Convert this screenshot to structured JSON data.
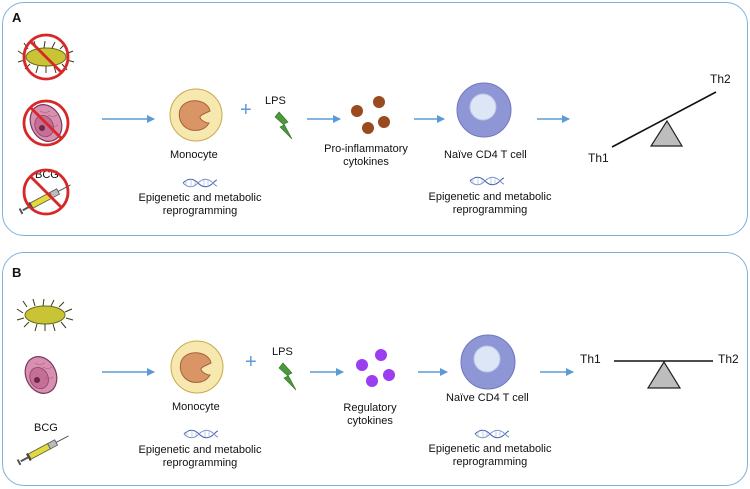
{
  "panels": [
    {
      "letter": "A",
      "bcg": "BCG",
      "lps": "LPS",
      "plus": "+",
      "monocyte": "Monocyte",
      "epi_left": [
        "Epigenetic and metabolic",
        "reprogramming"
      ],
      "cytokines": [
        "Pro-inflammatory",
        "cytokines"
      ],
      "tcell": "Naïve CD4 T cell",
      "epi_right": [
        "Epigenetic and metabolic",
        "reprogramming"
      ],
      "th1": "Th1",
      "th2": "Th2",
      "crossed_out": true,
      "cytokine_color": "#9a4a1f",
      "balance": "tilted"
    },
    {
      "letter": "B",
      "bcg": "BCG",
      "lps": "LPS",
      "plus": "+",
      "monocyte": "Monocyte",
      "epi_left": [
        "Epigenetic and metabolic",
        "reprogramming"
      ],
      "cytokines": [
        "Regulatory",
        "cytokines"
      ],
      "tcell": "Naïve CD4 T cell",
      "epi_right": [
        "Epigenetic and metabolic",
        "reprogramming"
      ],
      "th1": "Th1",
      "th2": "Th2",
      "crossed_out": false,
      "cytokine_color": "#9b3df0",
      "balance": "level"
    }
  ],
  "colors": {
    "frame": "#7fb0dc",
    "arrow": "#5b9bd5",
    "prohibition": "#d62828",
    "lightning": "#4a9a3a",
    "monocyte_cell": "#f7e8b0",
    "monocyte_nucleus": "#d99566",
    "tcell": "#8f96d6",
    "tcell_nucleus": "#dde6f6",
    "fulcrum": "#bdbdbd"
  },
  "icons": [
    "bacterium-icon",
    "parasite-egg-icon",
    "syringe-icon",
    "prohibition-icon",
    "dna-icon",
    "lightning-icon",
    "seesaw-icon"
  ]
}
